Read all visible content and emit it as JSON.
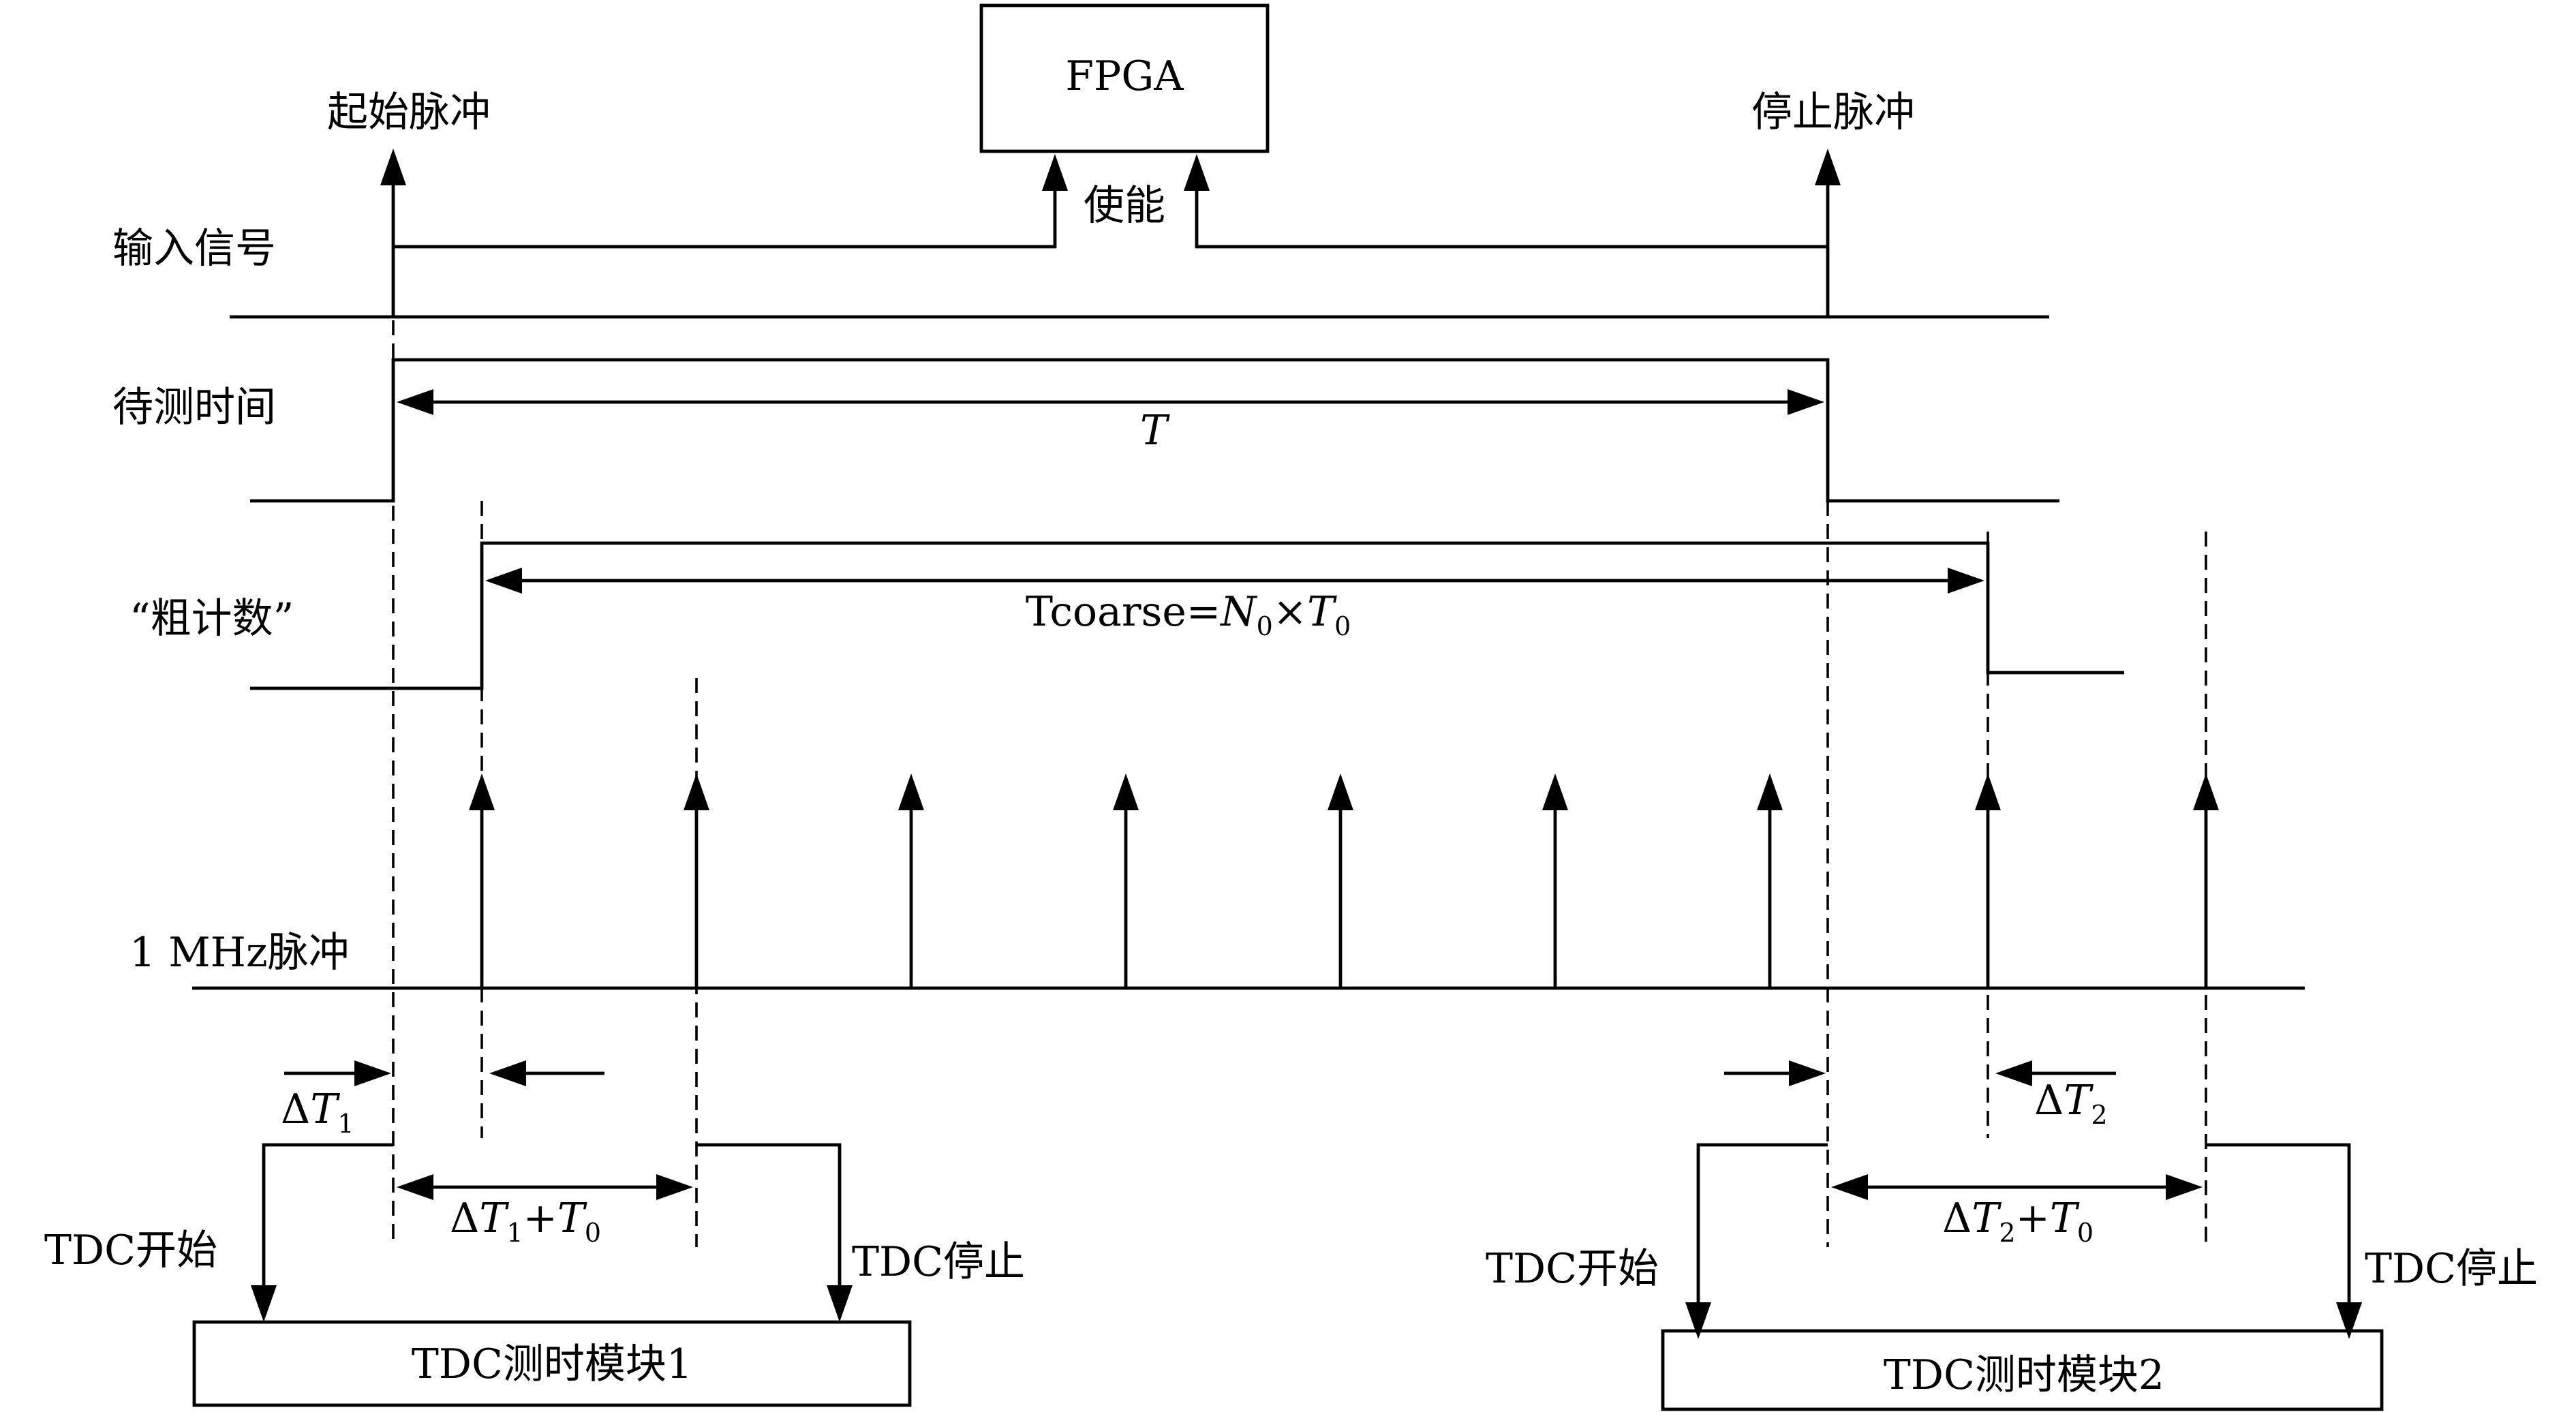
{
  "labels": {
    "fpga": "FPGA",
    "start_pulse": "起始脉冲",
    "stop_pulse": "停止脉冲",
    "enable": "使能",
    "input_signal": "输入信号",
    "measured_time": "待测时间",
    "T": "T",
    "coarse_count": "“粗计数”",
    "tcoarse_prefix": "Tcoarse=",
    "tcoarse_N": "N",
    "tcoarse_N_sub": "0",
    "tcoarse_times": "×",
    "tcoarse_T": "T",
    "tcoarse_T_sub": "0",
    "clock_1mhz": "1 MHz脉冲",
    "delta_symbol": "Δ",
    "t_sym": "T",
    "sub_1": "1",
    "sub_2": "2",
    "sub_0": "0",
    "plus": "+",
    "tdc_start_1": "TDC开始",
    "tdc_stop_1": "TDC停止",
    "tdc_module_1": "TDC测时模块1",
    "tdc_start_2": "TDC开始",
    "tdc_stop_2": "TDC停止",
    "tdc_module_2": "TDC测时模块2"
  }
}
